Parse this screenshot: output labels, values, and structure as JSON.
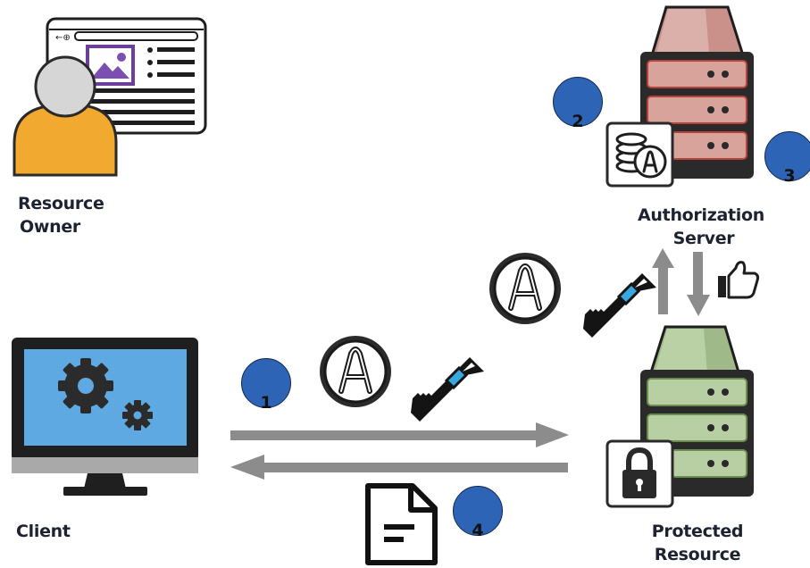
{
  "labels": {
    "resource_owner": [
      "Resource",
      "Owner"
    ],
    "authorization_server": [
      "Authorization",
      "Server"
    ],
    "client": "Client",
    "protected_resource": [
      "Protected",
      "Resource"
    ]
  },
  "steps": [
    "1",
    "2",
    "3",
    "4"
  ],
  "colors": {
    "step_circle": "#2d64b5",
    "owner_body": "#f2a930",
    "auth_server_face": "#d7a39a",
    "protected_server_face": "#b8cfa3",
    "client_screen": "#5ea9e2",
    "arrow": "#8c8c8c",
    "key_band": "#3aa8e0"
  },
  "icons": [
    "browser-window-icon",
    "person-icon",
    "server-icon",
    "database-token-icon",
    "monitor-icon",
    "gears-icon",
    "token-a-icon",
    "key-icon",
    "thumbs-up-icon",
    "lock-icon",
    "document-icon"
  ]
}
